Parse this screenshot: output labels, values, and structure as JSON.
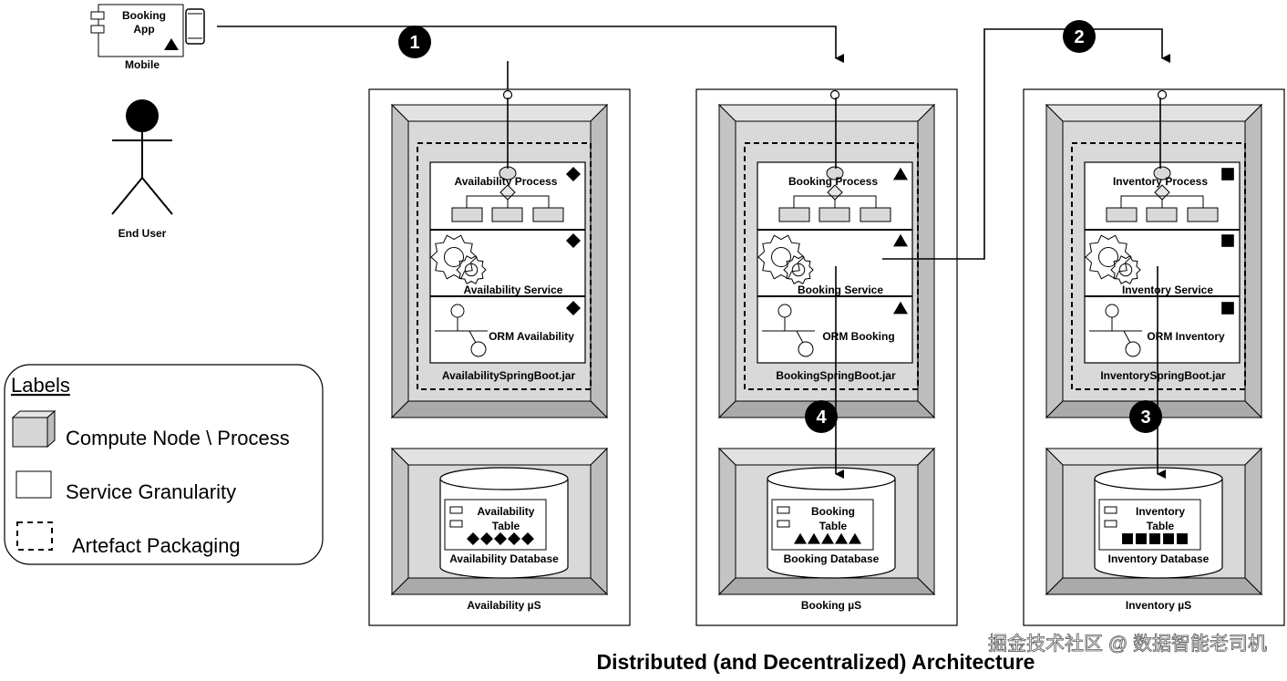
{
  "app": {
    "label_line1": "Booking",
    "label_line2": "App",
    "device": "Mobile"
  },
  "end_user": {
    "label": "End User"
  },
  "steps": [
    "1",
    "2",
    "3",
    "4"
  ],
  "legend": {
    "title": "Labels",
    "items": [
      {
        "label": "Compute Node \\ Process"
      },
      {
        "label": "Service Granularity"
      },
      {
        "label": "Artefact Packaging"
      }
    ]
  },
  "services": [
    {
      "name": "Availability µS",
      "process": "Availability Process",
      "service": "Availability Service",
      "orm": "ORM Availability",
      "jar": "AvailabilitySpringBoot.jar",
      "table_line1": "Availability",
      "table_line2": "Table",
      "database": "Availability Database",
      "marker": "diamond"
    },
    {
      "name": "Booking µS",
      "process": "Booking Process",
      "service": "Booking Service",
      "orm": "ORM Booking",
      "jar": "BookingSpringBoot.jar",
      "table_line1": "Booking",
      "table_line2": "Table",
      "database": "Booking Database",
      "marker": "triangle"
    },
    {
      "name": "Inventory µS",
      "process": "Inventory Process",
      "service": "Inventory Service",
      "orm": "ORM Inventory",
      "jar": "InventorySpringBoot.jar",
      "table_line1": "Inventory",
      "table_line2": "Table",
      "database": "Inventory Database",
      "marker": "square"
    }
  ],
  "title": "Distributed (and Decentralized) Architecture",
  "watermark": "掘金技术社区 @ 数据智能老司机"
}
